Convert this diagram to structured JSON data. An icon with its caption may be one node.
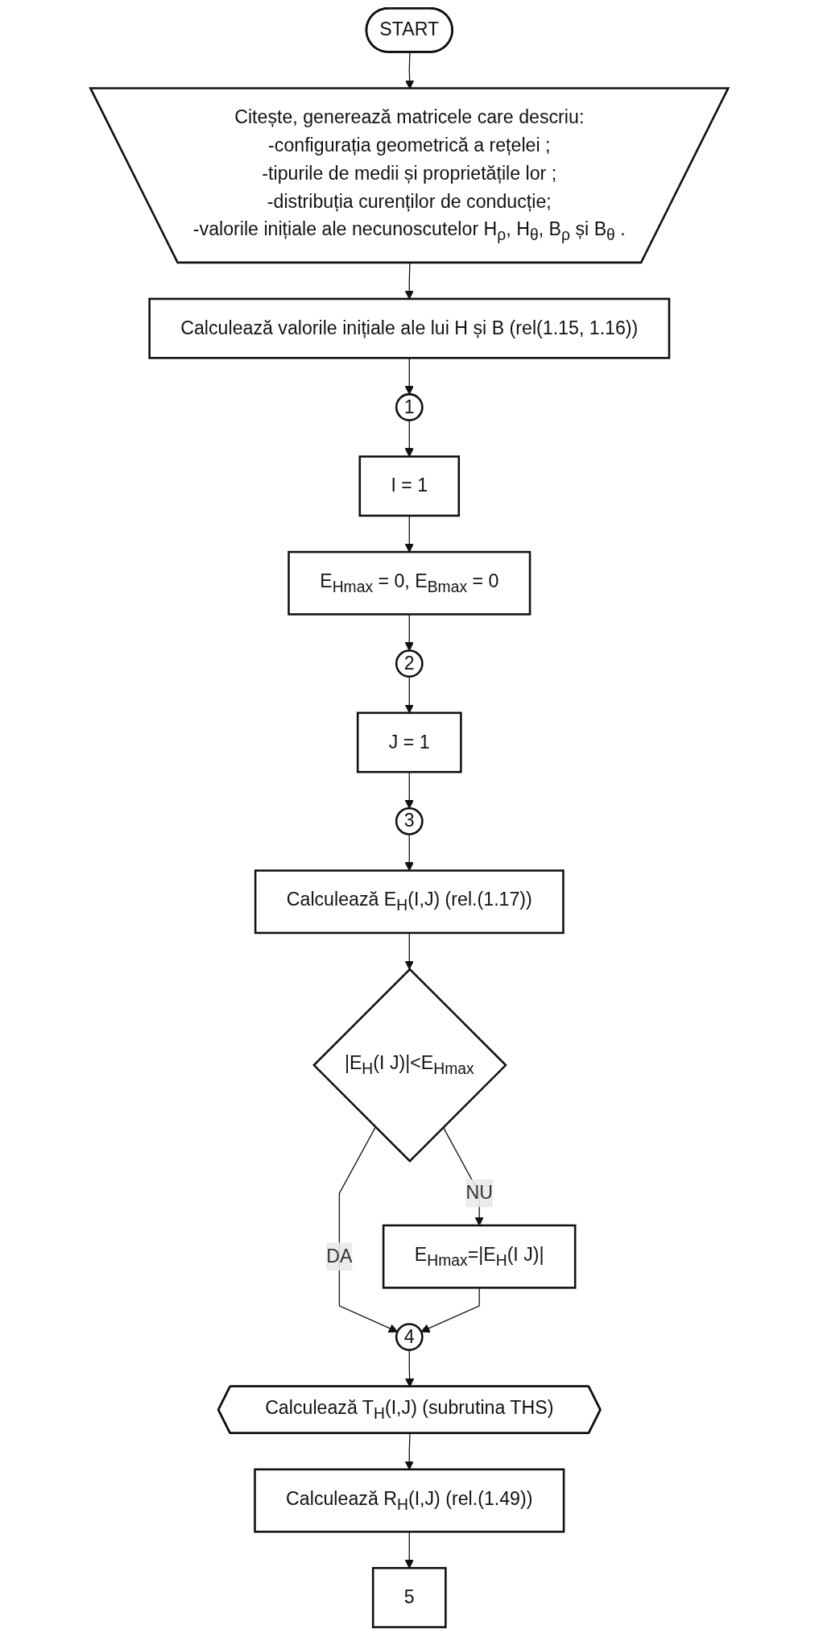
{
  "diagram": {
    "nodes": [
      {
        "text": [
          "START"
        ]
      },
      {
        "text": [
          "Citește, generează matricele care descriu:",
          "-configurația geometrică a rețelei ;",
          "-tipurile de medii și proprietățile lor ;",
          "-distribuția curenților de conducție;",
          "-valorile inițiale ale necunoscutelor H$_{ρ}$, H$_{θ}$, B$_{ρ}$ și B$_{θ}$ ."
        ]
      },
      {
        "text": [
          "Calculează valorile inițiale ale lui H și B (rel(1.15, 1.16))"
        ]
      },
      {
        "text": [
          "1"
        ]
      },
      {
        "text": [
          "I = 1"
        ]
      },
      {
        "text": [
          "E$_{Hmax}$ = 0, E$_{Bmax}$ = 0"
        ]
      },
      {
        "text": [
          "2"
        ]
      },
      {
        "text": [
          "J = 1"
        ]
      },
      {
        "text": [
          "3"
        ]
      },
      {
        "text": [
          "Calculează E$_{H}$(I,J) (rel.(1.17))"
        ]
      },
      {
        "text": [
          "|E$_{H}$(I J)|<E$_{Hmax}$"
        ]
      },
      {
        "text": [
          "E$_{Hmax}$=|E$_{H}$(I J)|"
        ]
      },
      {
        "text": [
          "4"
        ]
      },
      {
        "text": [
          "Calculează T$_{H}$(I,J) (subrutina THS)"
        ]
      },
      {
        "text": [
          "Calculează R$_{H}$(I,J) (rel.(1.49))"
        ]
      },
      {
        "text": [
          "5"
        ]
      }
    ],
    "edges": [
      {
        "from": 0,
        "to": 1,
        "arrow": "to"
      },
      {
        "from": 1,
        "to": 2,
        "arrow": "to"
      },
      {
        "from": 2,
        "to": 3,
        "arrow": "to"
      },
      {
        "from": 3,
        "to": 4,
        "arrow": "to"
      },
      {
        "from": 4,
        "to": 5,
        "arrow": "to"
      },
      {
        "from": 5,
        "to": 6,
        "arrow": "to"
      },
      {
        "from": 6,
        "to": 7,
        "arrow": "to"
      },
      {
        "from": 7,
        "to": 8,
        "arrow": "to"
      },
      {
        "from": 8,
        "to": 9,
        "arrow": "to"
      },
      {
        "from": 9,
        "to": 10,
        "arrow": "to"
      },
      {
        "from": 10,
        "to": 11,
        "label": "NU",
        "arrow": "to"
      },
      {
        "from": 10,
        "to": 12,
        "label": "DA",
        "arrow": "to"
      },
      {
        "from": 11,
        "to": 12,
        "arrow": "to"
      },
      {
        "from": 12,
        "to": 13,
        "arrow": "to"
      },
      {
        "from": 13,
        "to": 14,
        "arrow": "to"
      },
      {
        "from": 14,
        "to": 15,
        "arrow": "to"
      }
    ]
  }
}
